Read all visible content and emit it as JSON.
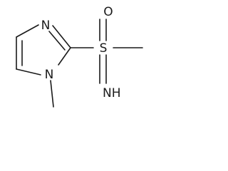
{
  "molecule": {
    "atoms": {
      "n_ring_top": "N",
      "n_ring_methyl": "N",
      "s_center": "S",
      "o_top": "O",
      "nh_imino": "NH"
    },
    "colors": {
      "bond": "#1a1a1a",
      "label": "#1a1a1a",
      "background": "#ffffff"
    }
  }
}
